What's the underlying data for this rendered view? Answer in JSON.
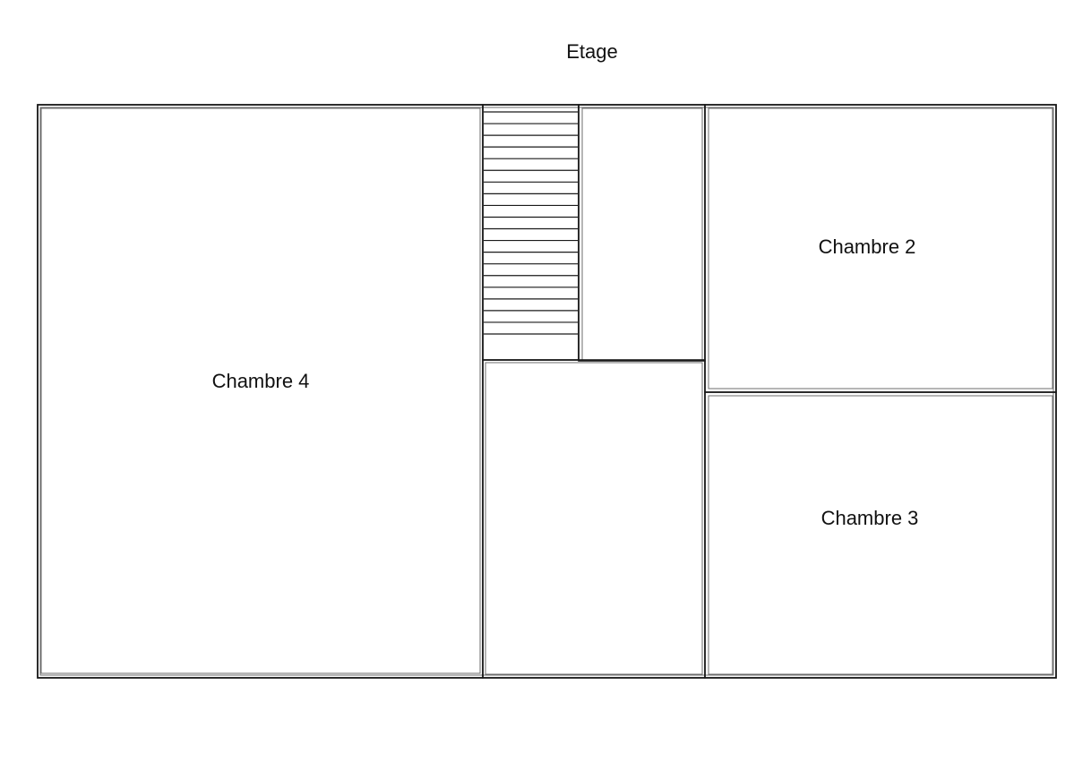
{
  "plan": {
    "title": "Etage",
    "rooms": [
      {
        "id": "chambre-4",
        "label": "Chambre 4"
      },
      {
        "id": "chambre-2",
        "label": "Chambre 2"
      },
      {
        "id": "chambre-3",
        "label": "Chambre 3"
      },
      {
        "id": "room-small-top",
        "label": ""
      },
      {
        "id": "room-center-bottom",
        "label": ""
      }
    ],
    "staircase": {
      "steps": 20
    }
  }
}
